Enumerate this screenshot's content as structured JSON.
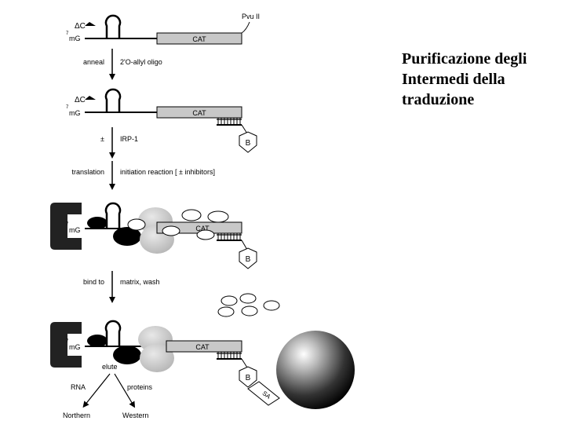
{
  "title": {
    "lines": [
      "Purificazione degli",
      "Intermedi della",
      "traduzione"
    ]
  },
  "diagram": {
    "labels": {
      "delta_c": "ΔC",
      "cap": "mG",
      "cap_superscript": "7",
      "cat": "CAT",
      "pvu": "Pvu II",
      "biotin": "B",
      "sa": "SA"
    },
    "steps": {
      "anneal_left": "anneal",
      "anneal_right": "2'O-allyl oligo",
      "irp_left": "±",
      "irp_right": "IRP-1",
      "translation_left": "translation",
      "translation_right": "initiation reaction [ ± inhibitors]",
      "bind_left": "bind to",
      "bind_right": "matrix, wash",
      "elute": "elute",
      "rna": "RNA",
      "proteins": "proteins",
      "northern": "Northern",
      "western": "Western"
    }
  }
}
